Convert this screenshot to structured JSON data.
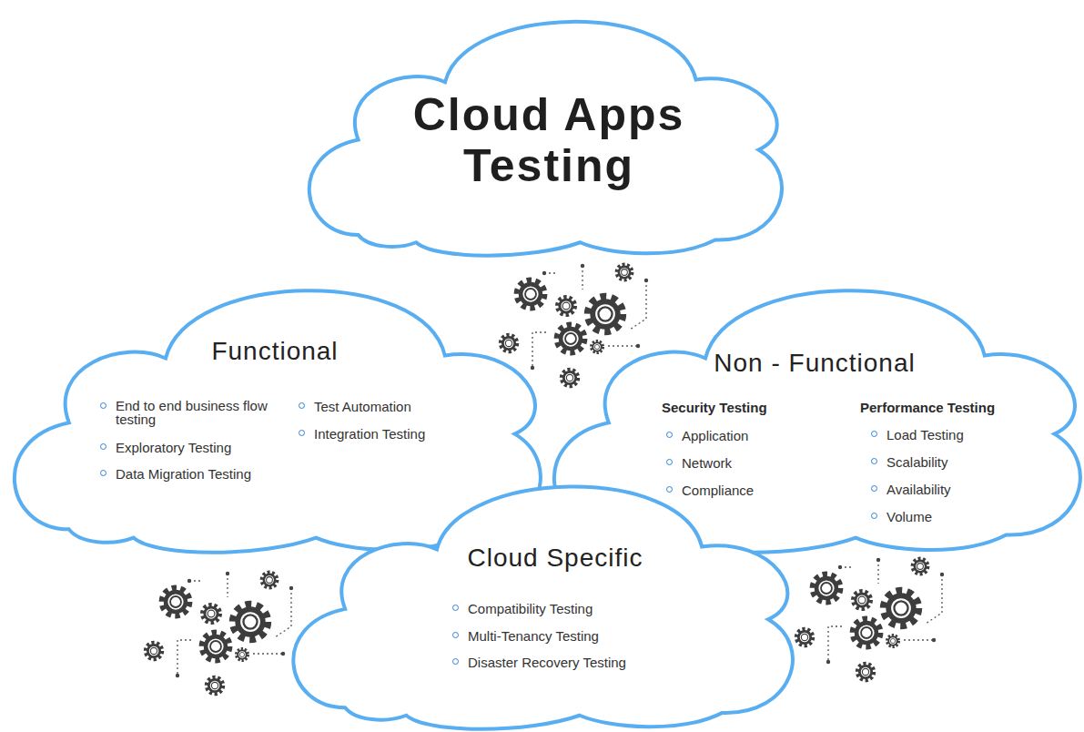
{
  "diagram": {
    "nodes": [
      {
        "text": [
          "Cloud Apps Testing"
        ]
      },
      {
        "text": [
          "Functional",
          "End to end business flow testing",
          "Exploratory Testing",
          "Data Migration Testing",
          "Test Automation",
          "Integration Testing"
        ]
      },
      {
        "text": [
          "Non - Functional",
          "Security Testing",
          "Application",
          "Network",
          "Compliance",
          "Performance Testing",
          "Load Testing",
          "Scalability",
          "Availability",
          "Volume"
        ]
      },
      {
        "text": [
          "Cloud Specific",
          "Compatibility Testing",
          "Multi-Tenancy Testing",
          "Disaster Recovery Testing"
        ]
      }
    ]
  }
}
